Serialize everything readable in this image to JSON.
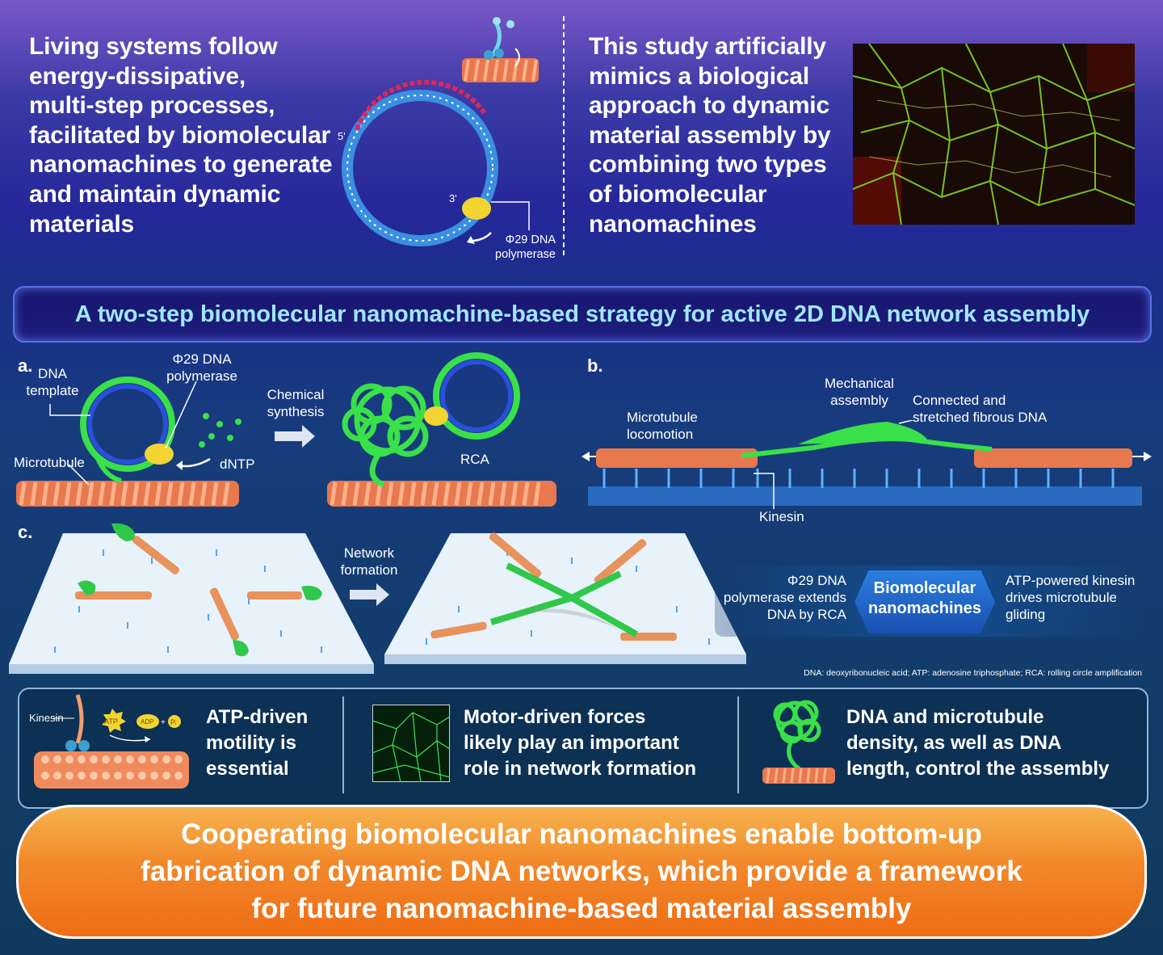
{
  "intro": {
    "left_lines": [
      "Living systems follow",
      "energy-dissipative,",
      "multi-step processes,",
      "facilitated by biomolecular",
      "nanomachines to generate",
      "and maintain dynamic",
      "materials"
    ],
    "right_lines": [
      "This study artificially",
      "mimics a biological",
      "approach to dynamic",
      "material assembly by",
      "combining two types",
      "of biomolecular",
      "nanomachines"
    ],
    "label_5prime": "5'",
    "label_3prime": "3'",
    "polymerase_lines": [
      "Φ29 DNA",
      "polymerase"
    ]
  },
  "banner": {
    "title": "A two-step biomolecular nanomachine-based strategy for active 2D DNA network assembly"
  },
  "panel_a": {
    "letter": "a.",
    "dna_template": [
      "DNA",
      "template"
    ],
    "polymerase": [
      "Φ29 DNA",
      "polymerase"
    ],
    "microtubule": "Microtubule",
    "dntp": "dNTP",
    "chemical": [
      "Chemical",
      "synthesis"
    ],
    "rca": "RCA"
  },
  "panel_b": {
    "letter": "b.",
    "mechanical": [
      "Mechanical",
      "assembly"
    ],
    "connected": [
      "Connected and",
      "stretched fibrous DNA"
    ],
    "locomotion": [
      "Microtubule",
      "locomotion"
    ],
    "kinesin": "Kinesin"
  },
  "panel_c": {
    "letter": "c.",
    "network": [
      "Network",
      "formation"
    ]
  },
  "nanomachines": {
    "left": [
      "Φ29 DNA",
      "polymerase extends",
      "DNA by RCA"
    ],
    "center": [
      "Biomolecular",
      "nanomachines"
    ],
    "right": [
      "ATP-powered kinesin",
      "drives microtubule",
      "gliding"
    ]
  },
  "footnote": "DNA: deoxyribonucleic acid; ATP: adenosine triphosphate; RCA: rolling circle amplification",
  "findings": {
    "kinesin_label": "Kinesin",
    "atp": "ATP",
    "adp": "ADP",
    "pi": "Pᵢ",
    "col1": [
      "ATP-driven",
      "motility is",
      "essential"
    ],
    "col2": [
      "Motor-driven forces",
      "likely play an important",
      "role in network formation"
    ],
    "col3": [
      "DNA and microtubule",
      "density, as well as DNA",
      "length, control the assembly"
    ]
  },
  "conclusion": [
    "Cooperating biomolecular nanomachines enable bottom-up",
    "fabrication of dynamic DNA networks, which provide a framework",
    "for future nanomachine-based material assembly"
  ],
  "colors": {
    "banner_text": "#9fe6ff",
    "dna_green": "#39e04a",
    "microtubule": "#f08a5d",
    "conclusion_orange": "#ef7a1e"
  }
}
